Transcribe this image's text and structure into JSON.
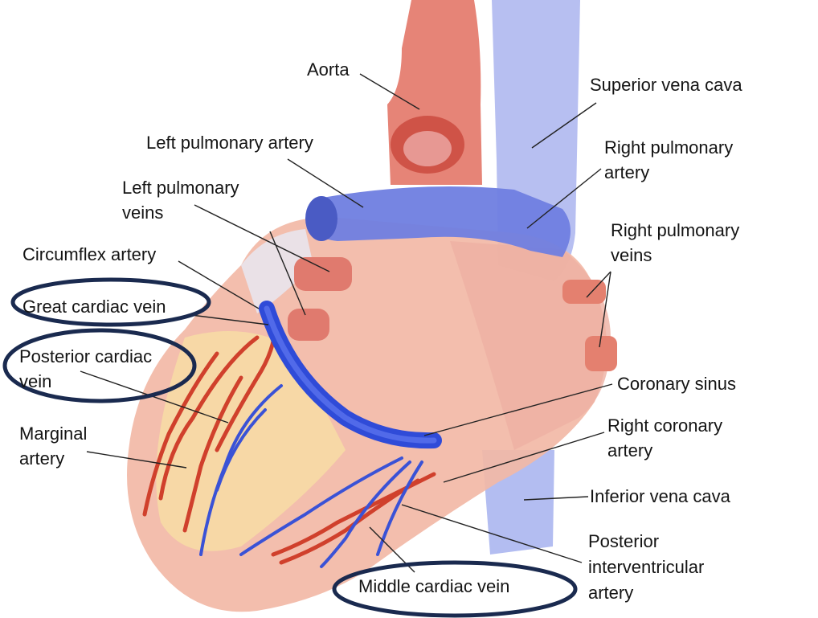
{
  "labels": {
    "aorta": "Aorta",
    "superior_vena_cava": "Superior vena cava",
    "left_pulmonary_artery": "Left pulmonary artery",
    "right_pulmonary_artery": "Right pulmonary\nartery",
    "left_pulmonary_veins": "Left pulmonary\nveins",
    "right_pulmonary_veins": "Right pulmonary\nveins",
    "circumflex_artery": "Circumflex artery",
    "great_cardiac_vein": "Great cardiac vein",
    "posterior_cardiac_vein": "Posterior cardiac\nvein",
    "marginal_artery": "Marginal\nartery",
    "coronary_sinus": "Coronary sinus",
    "right_coronary_artery": "Right coronary\nartery",
    "inferior_vena_cava": "Inferior vena cava",
    "posterior_interventricular_artery": "Posterior\ninterventricular\nartery",
    "middle_cardiac_vein": "Middle cardiac vein"
  },
  "colors": {
    "artery": "#d0402c",
    "vein": "#2f4bd8",
    "vena_cava": "#a9b4ee",
    "heart_muscle": "#f2b8a6",
    "fat": "#f6dca0",
    "highlight_ellipse": "#1a2a4f"
  }
}
